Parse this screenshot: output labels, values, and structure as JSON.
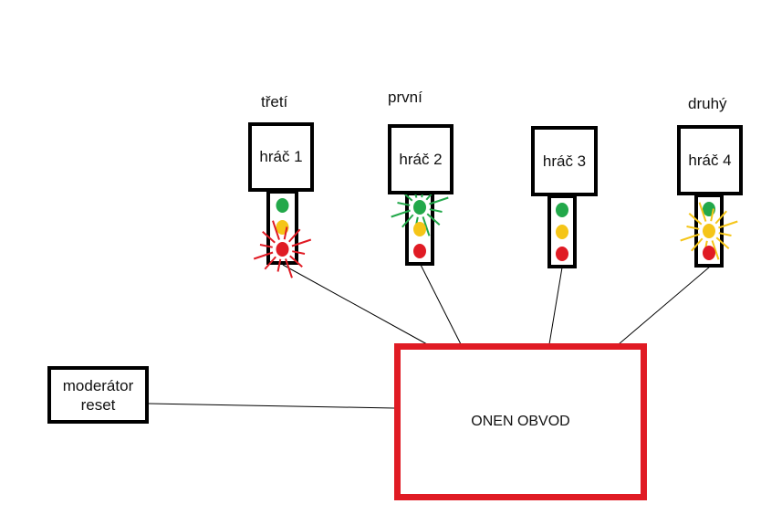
{
  "players": [
    {
      "name": "hráč 1",
      "rank": "třetí",
      "lit": "red"
    },
    {
      "name": "hráč 2",
      "rank": "první",
      "lit": "green"
    },
    {
      "name": "hráč 3",
      "rank": "",
      "lit": ""
    },
    {
      "name": "hráč 4",
      "rank": "druhý",
      "lit": "yellow"
    }
  ],
  "moderator": {
    "line1": "moderátor",
    "line2": "reset"
  },
  "circuit": {
    "label": "ONEN OBVOD"
  },
  "colors": {
    "green": "#22a84a",
    "yellow": "#f5c518",
    "red": "#e01b24",
    "circuit_border": "#e01b24"
  }
}
